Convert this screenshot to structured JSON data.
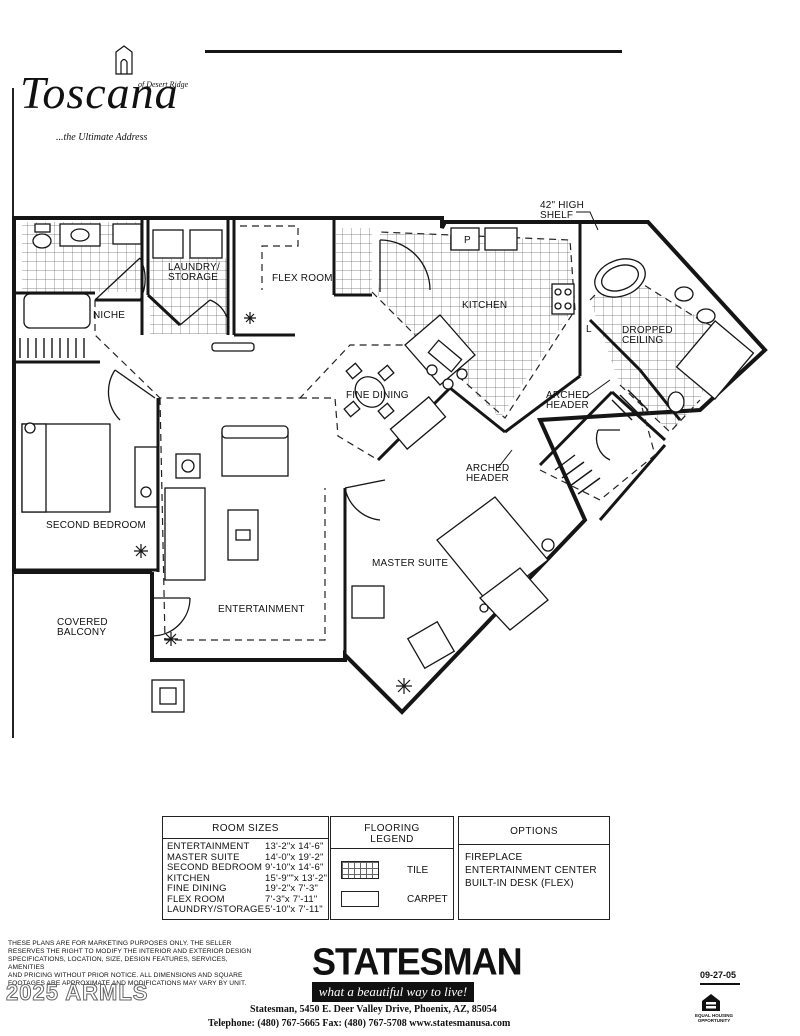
{
  "brand": {
    "logo_name": "Toscana",
    "logo_sub": "of Desert Ridge",
    "tagline": "...the Ultimate Address"
  },
  "rooms": {
    "niche": "NICHE",
    "laundry_line1": "LAUNDRY/",
    "laundry_line2": "STORAGE",
    "flex_room": "FLEX ROOM",
    "kitchen": "KITCHEN",
    "shelf_line1": "42\" HIGH",
    "shelf_line2": "SHELF",
    "dropped_line1": "DROPPED",
    "dropped_line2": "CEILING",
    "pantry_mark": "P",
    "linen_mark": "L",
    "arched_header_a_line1": "ARCHED",
    "arched_header_a_line2": "HEADER",
    "fine_dining": "FINE DINING",
    "arched_header_b_line1": "ARCHED",
    "arched_header_b_line2": "HEADER",
    "second_bedroom": "SECOND BEDROOM",
    "master_suite": "MASTER SUITE",
    "entertainment": "ENTERTAINMENT",
    "balcony_line1": "COVERED",
    "balcony_line2": "BALCONY"
  },
  "room_sizes": {
    "title": "ROOM SIZES",
    "rows": [
      {
        "name": "ENTERTAINMENT",
        "size": "13'-2\"x 14'-6\""
      },
      {
        "name": "MASTER SUITE",
        "size": "14'-0\"x 19'-2\""
      },
      {
        "name": "SECOND BEDROOM",
        "size": "9'-10\"x 14'-6\""
      },
      {
        "name": "KITCHEN",
        "size": "15'-9\"\"x 13'-2\""
      },
      {
        "name": "FINE DINING",
        "size": "19'-2\"x 7'-3\""
      },
      {
        "name": "FLEX ROOM",
        "size": "7'-3\"x 7'-11\""
      },
      {
        "name": "LAUNDRY/STORAGE",
        "size": "5'-10\"x 7'-11\""
      }
    ]
  },
  "flooring_legend": {
    "title_line1": "FLOORING",
    "title_line2": "LEGEND",
    "tile": "TILE",
    "carpet": "CARPET"
  },
  "options": {
    "title": "OPTIONS",
    "items": [
      "FIREPLACE",
      "ENTERTAINMENT CENTER",
      "BUILT-IN DESK (FLEX)"
    ]
  },
  "disclaimer": [
    "These plans are for marketing purposes only.  The Seller",
    "reserves the right to modify the interior and exterior design",
    "specifications, location, size, design features, services, amenities",
    "and pricing without prior notice.  All dimensions and square",
    "footages are approximate and modifications may vary by unit."
  ],
  "builder": {
    "name": "STATESMAN",
    "slogan": "what a beautiful way to live!",
    "address": "Statesman, 5450 E. Deer Valley Drive, Phoenix, AZ, 85054",
    "contact": "Telephone: (480) 767-5665  Fax: (480) 767-5708  www.statesmanusa.com"
  },
  "date": "09-27-05",
  "watermark": "2025 ARMLS",
  "equal_housing": "EQUAL HOUSING OPPORTUNITY",
  "colors": {
    "ink": "#111111",
    "wall": "#151515",
    "tile_grid": "#666666"
  }
}
